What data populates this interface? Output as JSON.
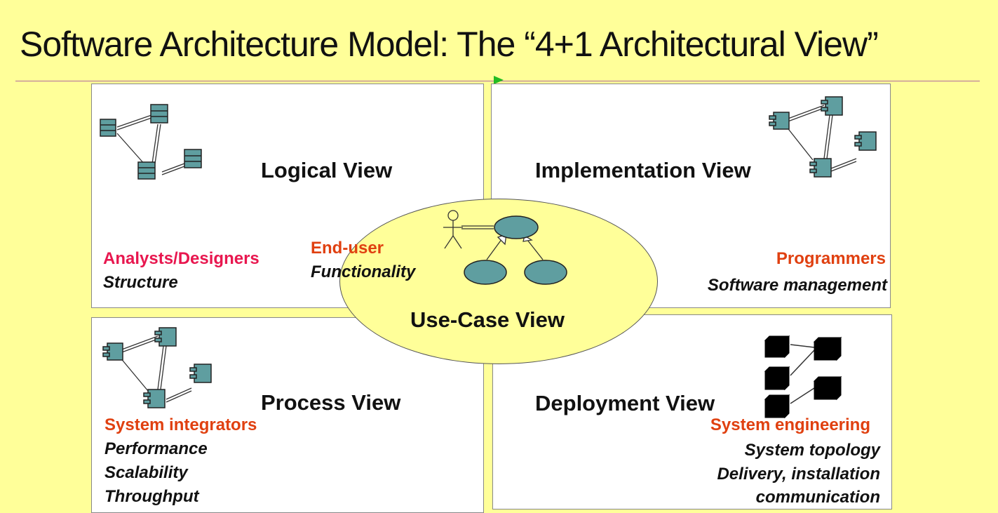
{
  "title": "Software Architecture Model: The “4+1 Architectural View”",
  "colors": {
    "background": "#ffff99",
    "role_red": "#e8174f",
    "role_orange": "#e04010",
    "uml_fill": "#5f9ea0"
  },
  "logical": {
    "title": "Logical View",
    "role": "Analysts/Designers",
    "concerns": [
      "Structure"
    ],
    "icon": "class-diagram-icon"
  },
  "implementation": {
    "title": "Implementation View",
    "role": "Programmers",
    "concerns": [
      "Software management"
    ],
    "icon": "component-diagram-icon"
  },
  "usecase": {
    "title": "Use-Case View",
    "role": "End-user",
    "concerns": [
      "Functionality"
    ],
    "icon": "use-case-diagram-icon"
  },
  "process": {
    "title": "Process View",
    "role": "System integrators",
    "concerns": [
      "Performance",
      "Scalability",
      "Throughput"
    ],
    "icon": "process-diagram-icon"
  },
  "deployment": {
    "title": "Deployment View",
    "role": "System engineering",
    "concerns": [
      "System topology",
      "Delivery, installation",
      "communication"
    ],
    "icon": "node-diagram-icon"
  }
}
